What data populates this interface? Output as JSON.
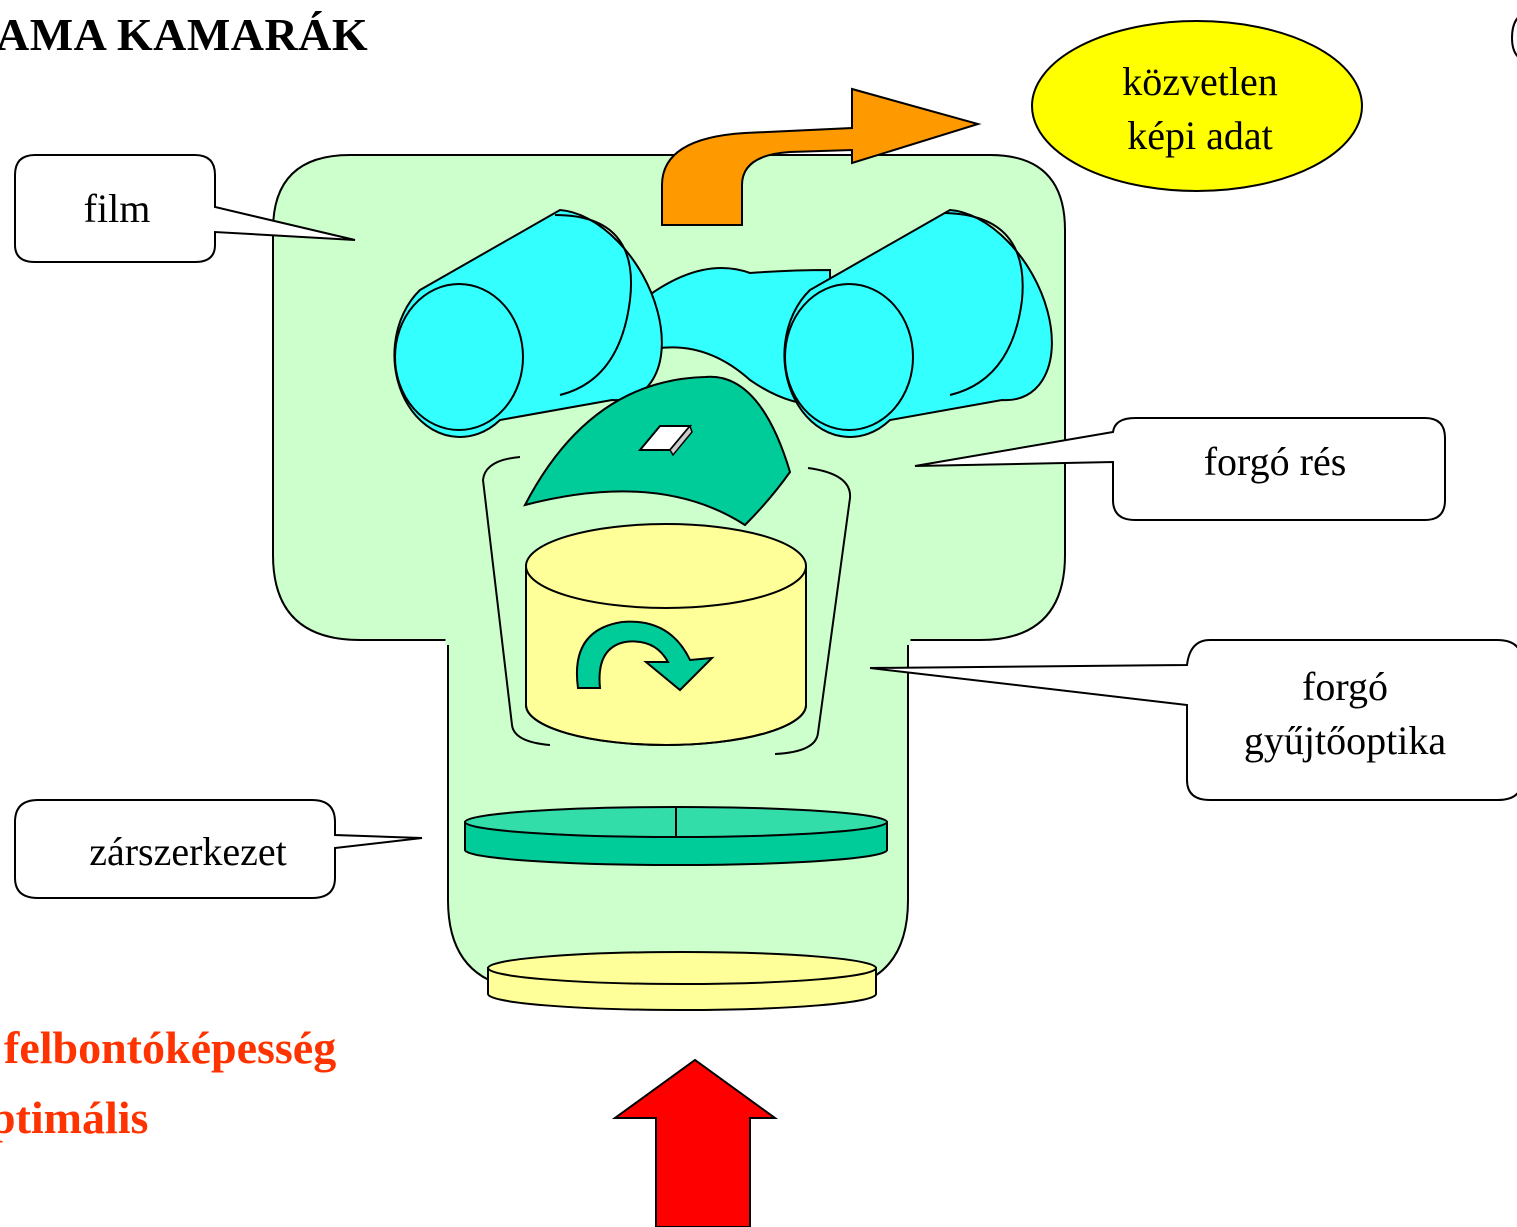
{
  "title": "AMA KAMARÁK",
  "callouts": {
    "film": "film",
    "forgo_res": "forgó rés",
    "forgo_line1": "forgó",
    "forgo_line2": "gyűjtőoptika",
    "zarszerkezet": "zárszerkezet"
  },
  "output_bubble": {
    "line1": "közvetlen",
    "line2": "képi adat"
  },
  "notes": {
    "line1": "felbontóképesség",
    "line2": "ptimális"
  },
  "colors": {
    "housing": "#ccffcc",
    "rollers": "#33ffff",
    "slit_plate": "#00cc99",
    "optics": "#ffff99",
    "output_arrow": "#ff9900",
    "input_arrow": "#ff0000",
    "bubble": "#ffff00",
    "note_text": "#ff3300"
  }
}
